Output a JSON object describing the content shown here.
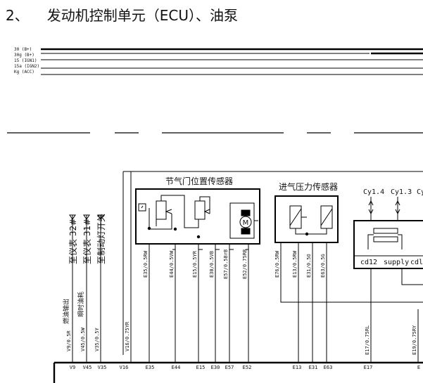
{
  "heading": {
    "number": "2、",
    "title": "发动机控制单元（ECU）、油泵"
  },
  "power_rails": [
    "30 (B+)",
    "30g (B+)",
    "15 (IGN1)",
    "15a (IGN2)",
    "Kg (ACC)"
  ],
  "sensors": {
    "throttle": "节气门位置传感器",
    "intake_pressure": "进气压力传感器",
    "motor_symbol": "M"
  },
  "cylinders": [
    "Cy1.4",
    "Cy1.3",
    "Cy"
  ],
  "supply_labels": [
    "cd12",
    "supply",
    "cdl"
  ],
  "gauges": [
    "至仪表 32#",
    "至仪表 31#",
    "至制动灯开关"
  ],
  "signals": [
    "燃油输出",
    "瞬时油耗"
  ],
  "wire_labels": [
    "V9/0.5R",
    "V45/0.5W",
    "V35/0.5Y",
    "V16/0.75YR",
    "E35/0.5RW",
    "E44/0.5VW",
    "E15/0.5YR",
    "E30/0.5VB",
    "E57/0.5BrB",
    "E52/0.75RB",
    "E76/0.5RW",
    "E13/0.5RW",
    "E31/0.5O",
    "E63/0.5G",
    "E17/0.75RL",
    "E19/0.75RY"
  ],
  "pins": [
    "V9",
    "V45",
    "V35",
    "V16",
    "E35",
    "E44",
    "E15",
    "E30",
    "E57",
    "E52",
    "E13",
    "E31",
    "E63",
    "E17",
    "E"
  ]
}
